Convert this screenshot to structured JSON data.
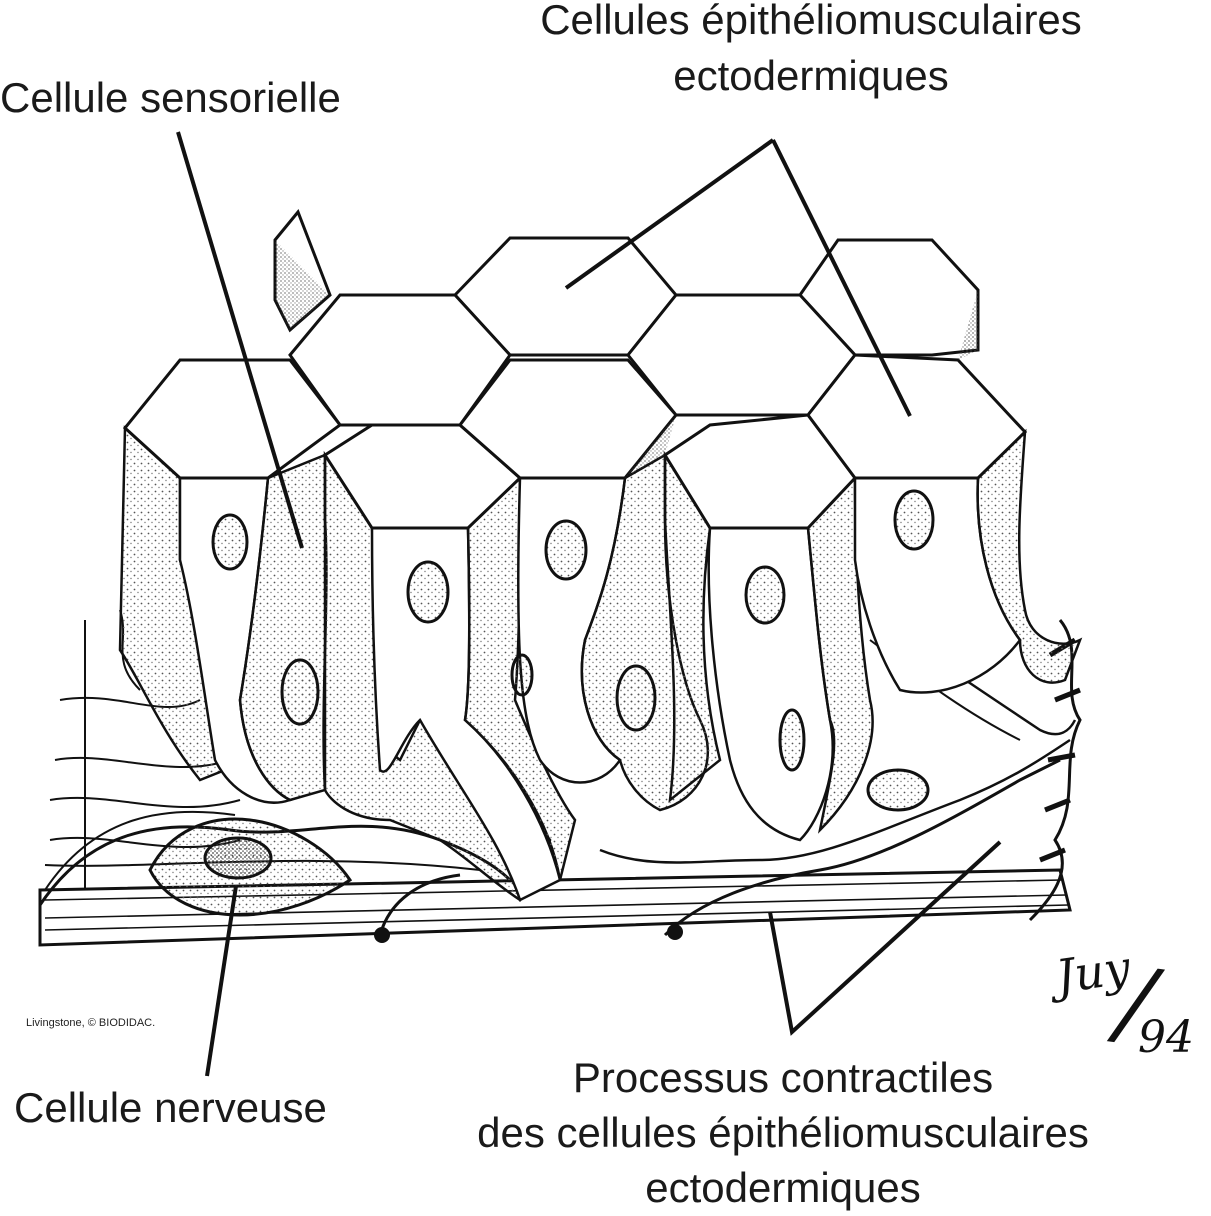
{
  "labels": {
    "epithelial_line1": "Cellules épithéliomusculaires",
    "epithelial_line2": "ectodermiques",
    "sensory": "Cellule sensorielle",
    "nerve": "Cellule nerveuse",
    "contractile_line1": "Processus contractiles",
    "contractile_line2": "des cellules épithéliomusculaires",
    "contractile_line3": "ectodermiques"
  },
  "credit": "Livingstone, © BIODIDAC.",
  "signature": {
    "initials": "Juy",
    "year": "94"
  },
  "colors": {
    "ink": "#1a1a1a",
    "stipple": "#8a8a8a",
    "paper": "#ffffff"
  }
}
